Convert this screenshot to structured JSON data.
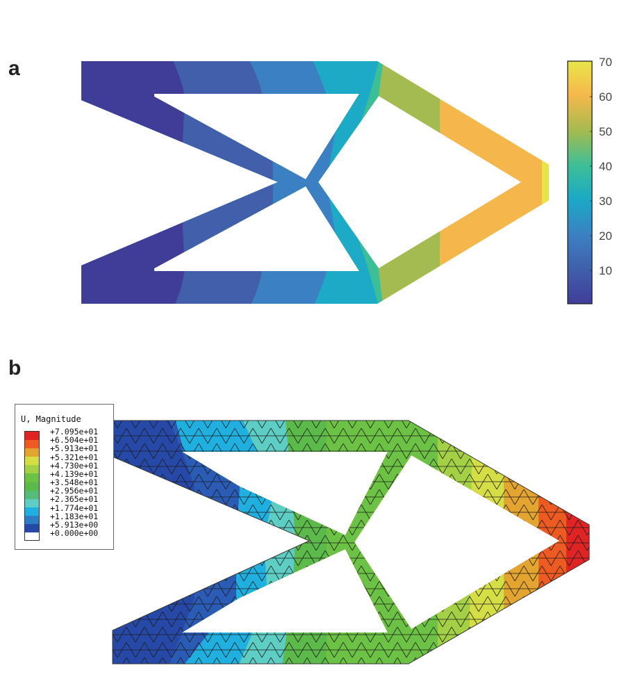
{
  "panels": {
    "a": {
      "label": "a",
      "colorbar": {
        "ticks": [
          "70",
          "60",
          "50",
          "40",
          "30",
          "20",
          "10"
        ],
        "min": 0,
        "max": 70,
        "colormap": "parula",
        "colors": [
          "#3f3d99",
          "#405fab",
          "#3c7fc2",
          "#1ba9c6",
          "#3cbf97",
          "#a2bb50",
          "#f6b84b",
          "#e8e54a"
        ]
      },
      "bands": [
        {
          "range": "0-10",
          "color": "#403d98"
        },
        {
          "range": "10-20",
          "color": "#415fab"
        },
        {
          "range": "20-30",
          "color": "#3b80c2"
        },
        {
          "range": "30-40",
          "color": "#1caac6"
        },
        {
          "range": "40-50",
          "color": "#3cbf97"
        },
        {
          "range": "50-60",
          "color": "#a3bb50"
        },
        {
          "range": "60-70",
          "color": "#f5b64b"
        },
        {
          "range": "70",
          "color": "#e8e54a"
        }
      ]
    },
    "b": {
      "label": "b",
      "legend": {
        "title": "U, Magnitude",
        "values": [
          "+7.095e+01",
          "+6.504e+01",
          "+5.913e+01",
          "+5.321e+01",
          "+4.730e+01",
          "+4.139e+01",
          "+3.548e+01",
          "+2.956e+01",
          "+2.365e+01",
          "+1.774e+01",
          "+1.183e+01",
          "+5.913e+00",
          "+0.000e+00"
        ],
        "colors": [
          "#e02424",
          "#ed5a22",
          "#e3a430",
          "#d6de46",
          "#a4d045",
          "#6cc244",
          "#5cba4a",
          "#54bb78",
          "#5ecdc3",
          "#1fb0e0",
          "#2d7cc4",
          "#2a5cb5",
          "#2649a8"
        ]
      }
    }
  }
}
